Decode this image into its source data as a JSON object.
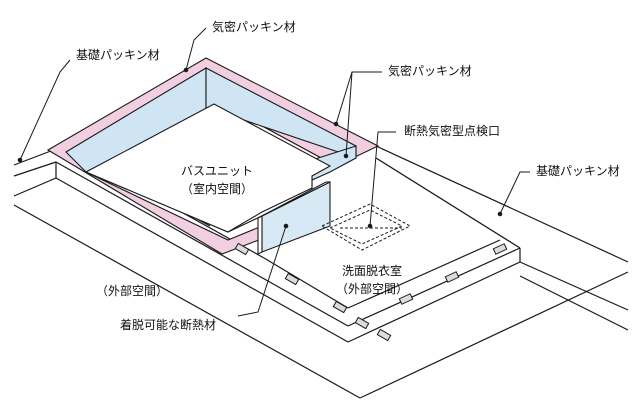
{
  "labels": {
    "kiso_left": "基礎パッキン材",
    "kimitsu_top": "気密パッキン材",
    "kimitsu_right": "気密パッキン材",
    "tenken": "断熱気密型点検口",
    "kiso_right": "基礎パッキン材",
    "bath_name": "バスユニット",
    "bath_sub": "（室内空間）",
    "senmen_name": "洗面脱衣室",
    "senmen_sub": "（外部空間）",
    "outside": "（外部空間）",
    "removable": "着脱可能な断熱材"
  },
  "colors": {
    "packing": "#f1cfe0",
    "bath_wall": "#cfe5f3",
    "insulation": "#d7e9f5",
    "line": "#1a1a1a"
  }
}
